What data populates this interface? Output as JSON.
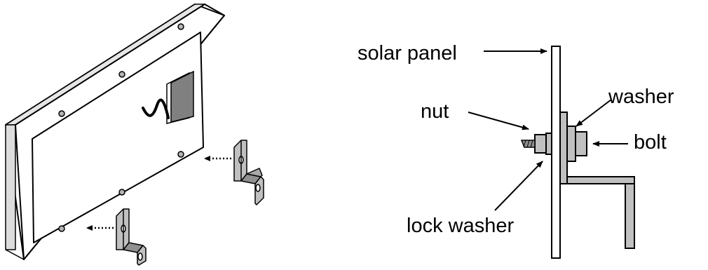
{
  "labels": {
    "solar_panel": "solar panel",
    "washer": "washer",
    "nut": "nut",
    "bolt": "bolt",
    "lock_washer": "lock washer"
  },
  "colors": {
    "panel_face": "#ffffff",
    "outline": "#000000",
    "bracket_fill": "#c0c0c0",
    "bracket_shade": "#909090",
    "junction_box": "#808080",
    "mounting_hole": "#b4b4b4",
    "arrow": "#000000"
  },
  "icons": {
    "bracket": "z-bracket-icon",
    "junction_box": "junction-box-icon"
  }
}
